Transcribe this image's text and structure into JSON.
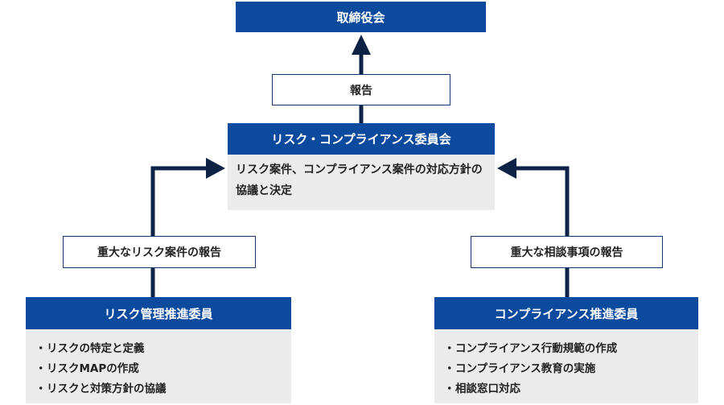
{
  "colors": {
    "navy": "#0b4a9c",
    "line": "#0d2345",
    "panel": "#ebebeb"
  },
  "top": {
    "title": "取締役会"
  },
  "report_top": {
    "label": "報告"
  },
  "committee": {
    "title": "リスク・コンプライアンス委員会",
    "description_line1": "リスク案件、コンプライアンス案件の対応方針の",
    "description_line2": "協議と決定"
  },
  "left_report": {
    "label": "重大なリスク案件の報告"
  },
  "right_report": {
    "label": "重大な相談事項の報告"
  },
  "risk_committee": {
    "title": "リスク管理推進委員",
    "bullet": "・",
    "items": [
      "リスクの特定と定義",
      "リスクMAPの作成",
      "リスクと対策方針の協議"
    ]
  },
  "compliance_committee": {
    "title": "コンプライアンス推進委員",
    "bullet": "・",
    "items": [
      "コンプライアンス行動規範の作成",
      "コンプライアンス教育の実施",
      "相談窓口対応"
    ]
  }
}
